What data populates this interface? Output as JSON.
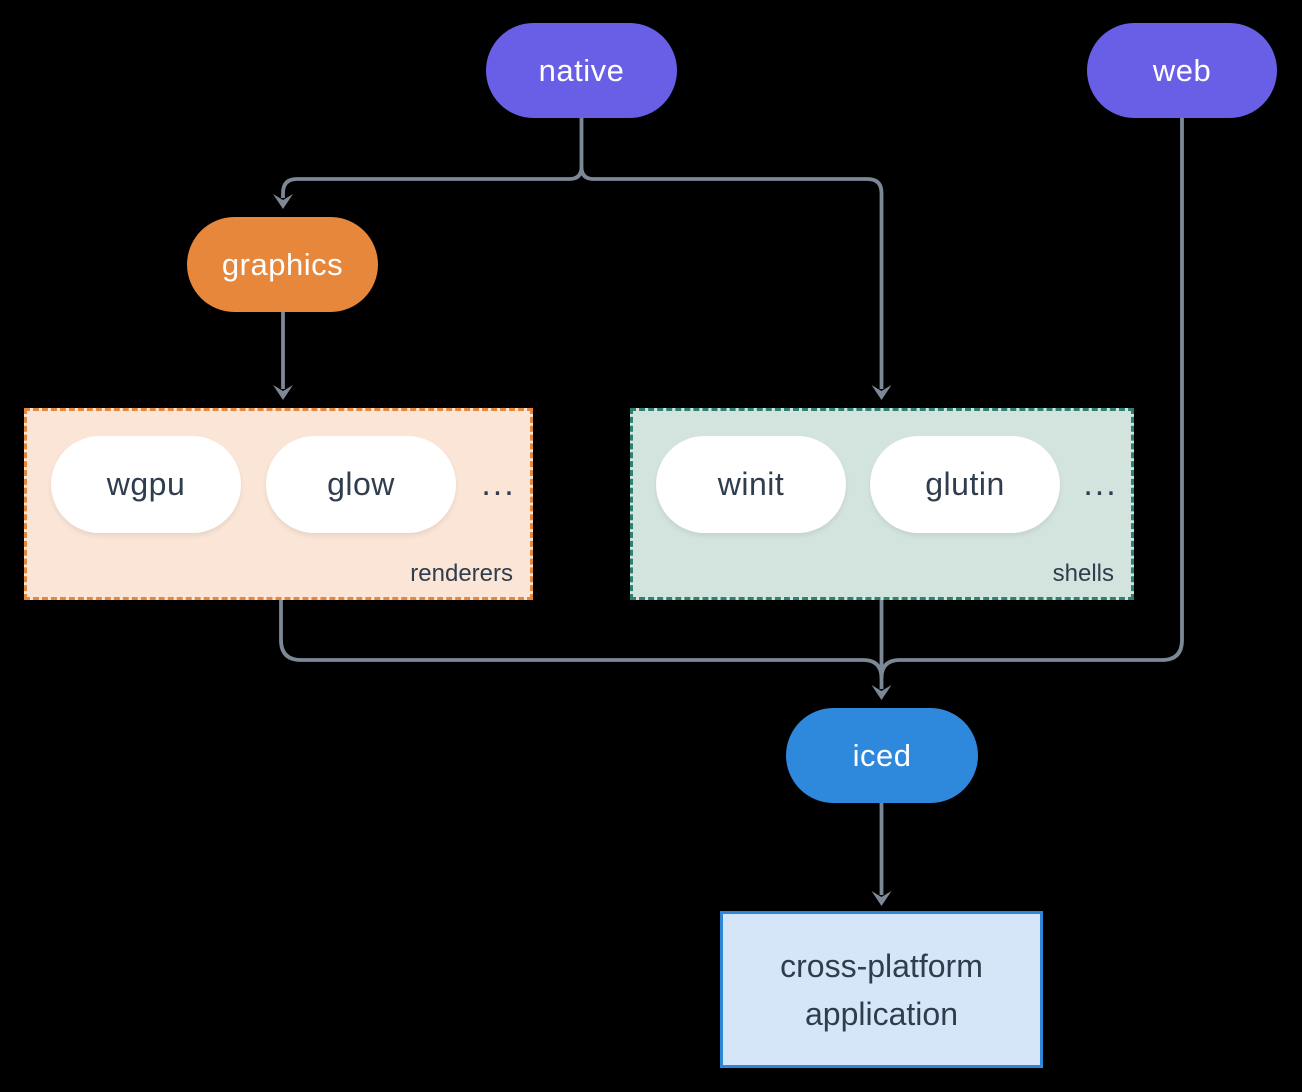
{
  "colors": {
    "background": "#000000",
    "line": "#7C8896",
    "purple": "#695FE6",
    "orange": "#E6873C",
    "blue": "#2E88DB",
    "pill_text": "#FFFFFF",
    "ink": "#2F3D4F",
    "white_pill": "#FFFFFF",
    "renderers_fill": "#FAE5D6",
    "renderers_border": "#E6873C",
    "shells_fill": "#D3E3DD",
    "shells_border": "#2E8073",
    "app_fill": "#D4E6F8",
    "app_border": "#2E86D8"
  },
  "nodes": {
    "native": {
      "label": "native"
    },
    "web": {
      "label": "web"
    },
    "graphics": {
      "label": "graphics"
    },
    "iced": {
      "label": "iced"
    },
    "application": {
      "line1": "cross-platform",
      "line2": "application"
    }
  },
  "groups": {
    "renderers": {
      "label": "renderers",
      "items": [
        "wgpu",
        "glow"
      ],
      "ellipsis": "..."
    },
    "shells": {
      "label": "shells",
      "items": [
        "winit",
        "glutin"
      ],
      "ellipsis": "..."
    }
  }
}
